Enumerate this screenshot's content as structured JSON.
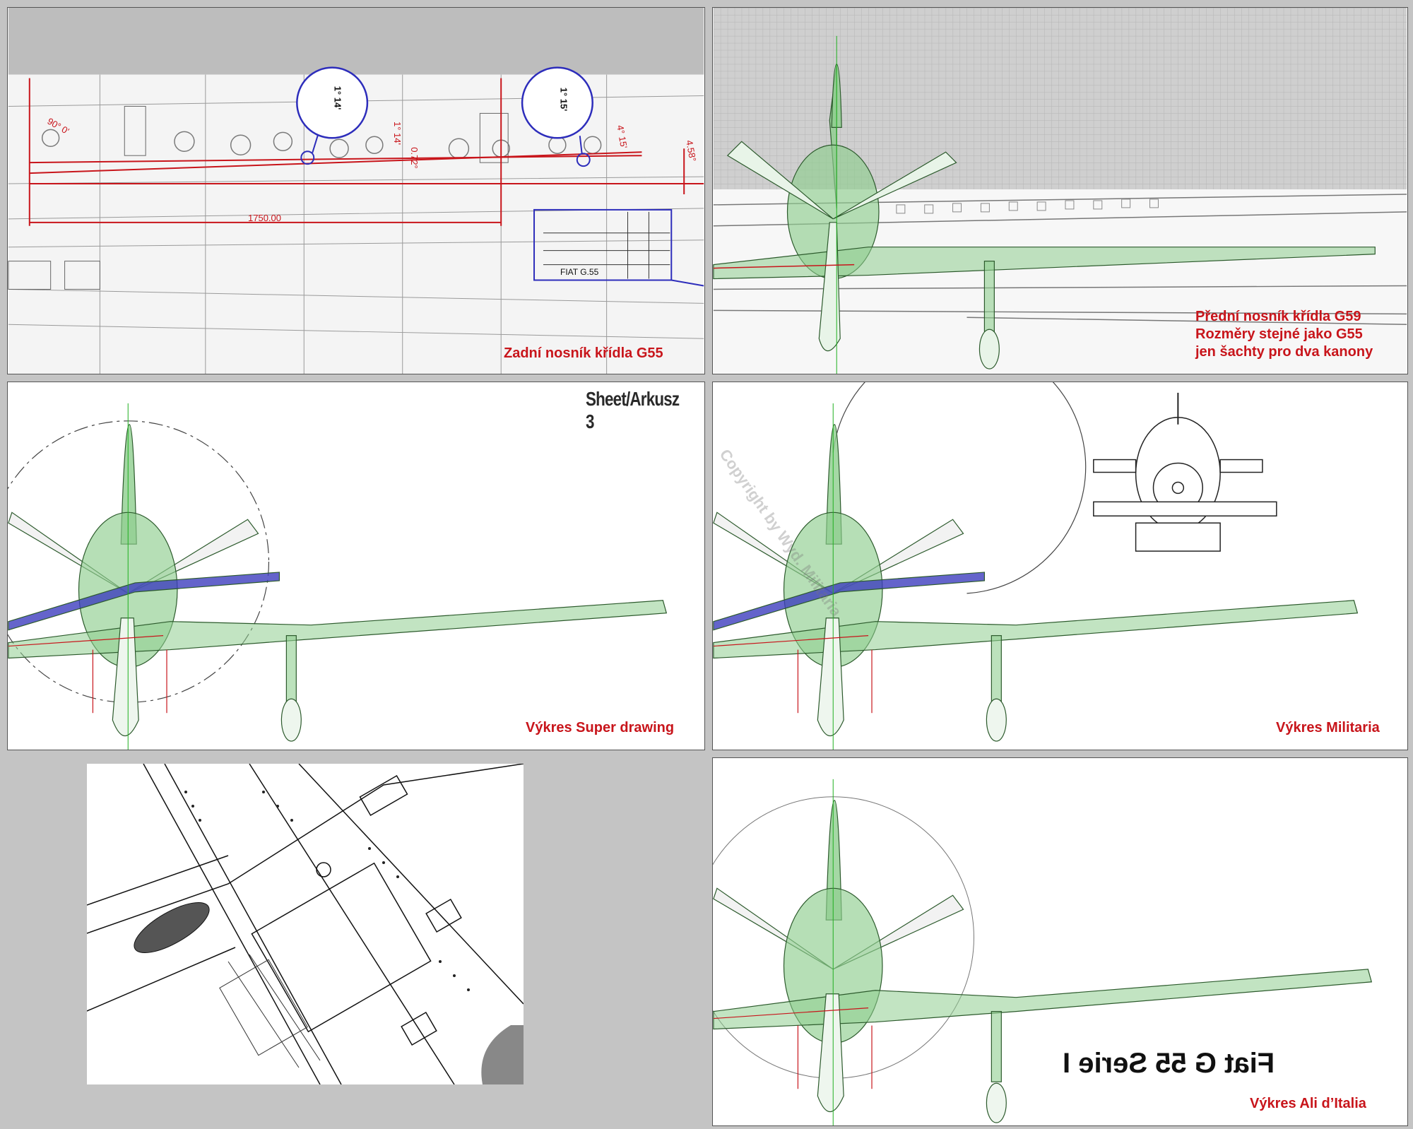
{
  "panels": {
    "rear_spar": {
      "caption": "Zadní nosník křídla G55",
      "dimension": "1750.00",
      "angle_labels": [
        "90° 0'",
        "1° 14'",
        "0.72°",
        "4° 15'",
        "4.58°"
      ],
      "zoom_labels": [
        "1° 14'",
        "1° 15'"
      ],
      "title_block": "FIAT G.55"
    },
    "front_spar": {
      "caption_lines": [
        "Přední nosník křídla G59",
        "Rozměry stejné jako G55",
        "jen šachty pro dva kanony"
      ]
    },
    "super_drawing": {
      "sheet_label": "Sheet/Arkusz 3",
      "caption": "Výkres Super drawing"
    },
    "militaria": {
      "caption": "Výkres Militaria",
      "watermark": "Copyright by Wyd. Militaria"
    },
    "ali_italia": {
      "caption": "Výkres Ali d’Italia",
      "mirrored_title": "Fiat G 55 Serie I"
    }
  },
  "colors": {
    "caption_red": "#c8151b",
    "model_green": "#8fce8f",
    "spar_blue": "#3a3ac8",
    "background_gray": "#c4c4c4"
  }
}
